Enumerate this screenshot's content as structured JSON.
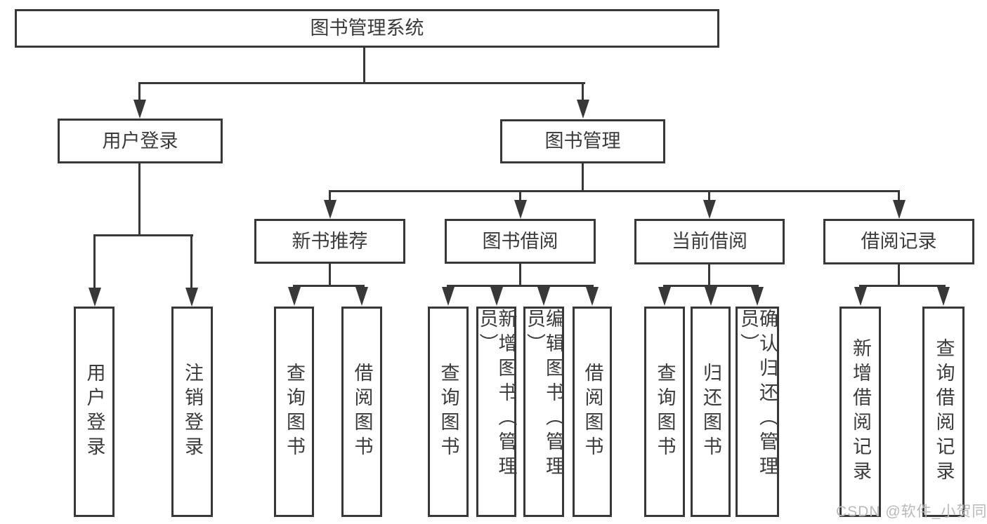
{
  "diagram": {
    "title": "图书管理系统",
    "nodes": [
      {
        "label": "用户登录",
        "children": [
          {
            "label": "用户登录"
          },
          {
            "label": "注销登录"
          }
        ]
      },
      {
        "label": "图书管理",
        "children": [
          {
            "label": "新书推荐",
            "children": [
              {
                "label": "查询图书"
              },
              {
                "label": "借阅图书"
              }
            ]
          },
          {
            "label": "图书借阅",
            "children": [
              {
                "label": "查询图书"
              },
              {
                "label": "新增图书（管理员）"
              },
              {
                "label": "编辑图书（管理员）"
              },
              {
                "label": "借阅图书"
              }
            ]
          },
          {
            "label": "当前借阅",
            "children": [
              {
                "label": "查询图书"
              },
              {
                "label": "归还图书"
              },
              {
                "label": "确认归还（管理员）"
              }
            ]
          },
          {
            "label": "借阅记录",
            "children": [
              {
                "label": "新增借阅记录"
              },
              {
                "label": "查询借阅记录"
              }
            ]
          }
        ]
      }
    ]
  },
  "watermark": {
    "text": "CSDN @软件_小贺同学"
  },
  "colors": {
    "line": "#383838",
    "text": "#3b3b3b",
    "background": "#ffffff",
    "watermark": "#b9b9b9"
  }
}
